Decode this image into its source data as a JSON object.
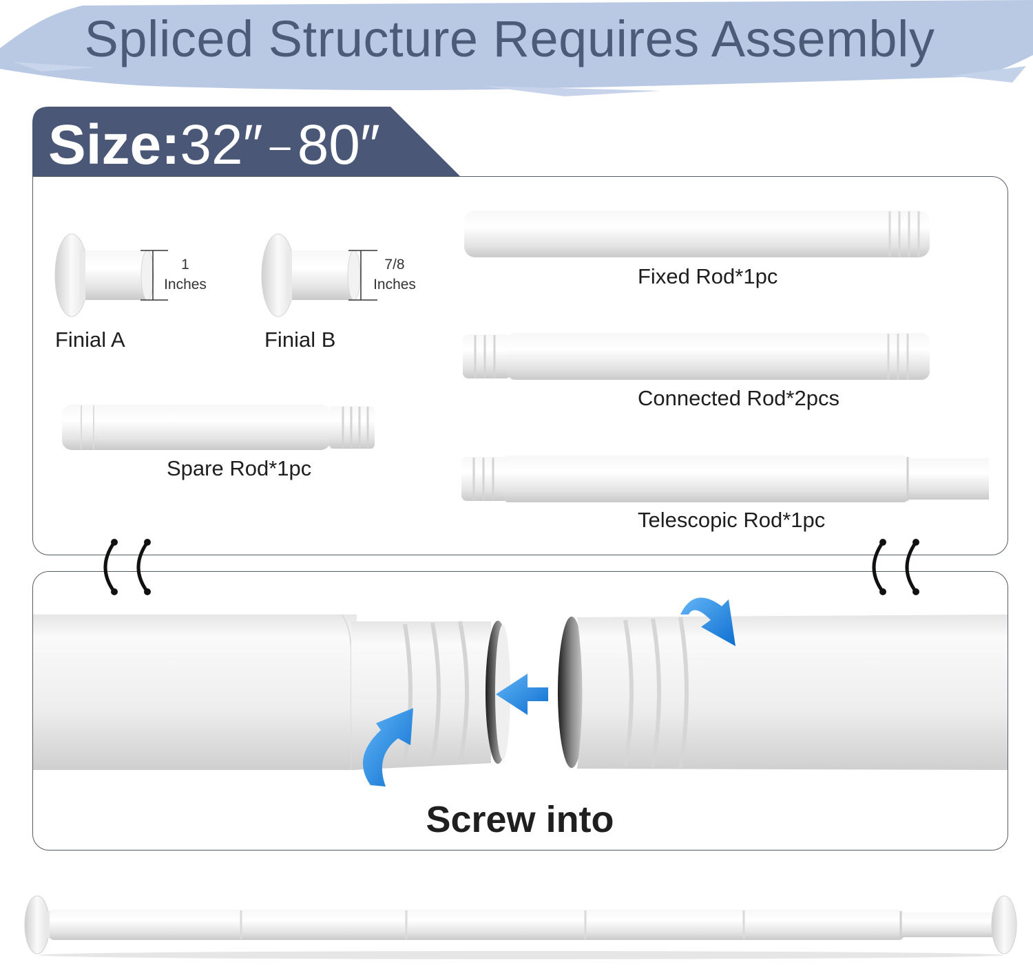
{
  "header": {
    "title": "Spliced Structure Requires Assembly",
    "brush_color": "#b9c9e4",
    "title_color": "#4d5a78"
  },
  "size_tab": {
    "label": "Size:",
    "min": "32″",
    "separator": "–",
    "max": "80″",
    "tab_color": "#4a5777"
  },
  "parts": {
    "finial_a": {
      "name": "Finial A",
      "dim_value": "1",
      "dim_unit": "Inches"
    },
    "finial_b": {
      "name": "Finial B",
      "dim_value": "7/8",
      "dim_unit": "Inches"
    },
    "spare_rod": {
      "name": "Spare Rod*1pc"
    },
    "fixed_rod": {
      "name": "Fixed Rod*1pc"
    },
    "connected_rod": {
      "name": "Connected Rod*2pcs"
    },
    "telescopic_rod": {
      "name": "Telescopic Rod*1pc"
    }
  },
  "assembly": {
    "title": "Screw into",
    "arrow_color": "#1e88e5",
    "icons": [
      "rotate-arrow-icon",
      "rotate-arrow-icon",
      "push-arrow-icon",
      "chain-link-icon"
    ]
  }
}
